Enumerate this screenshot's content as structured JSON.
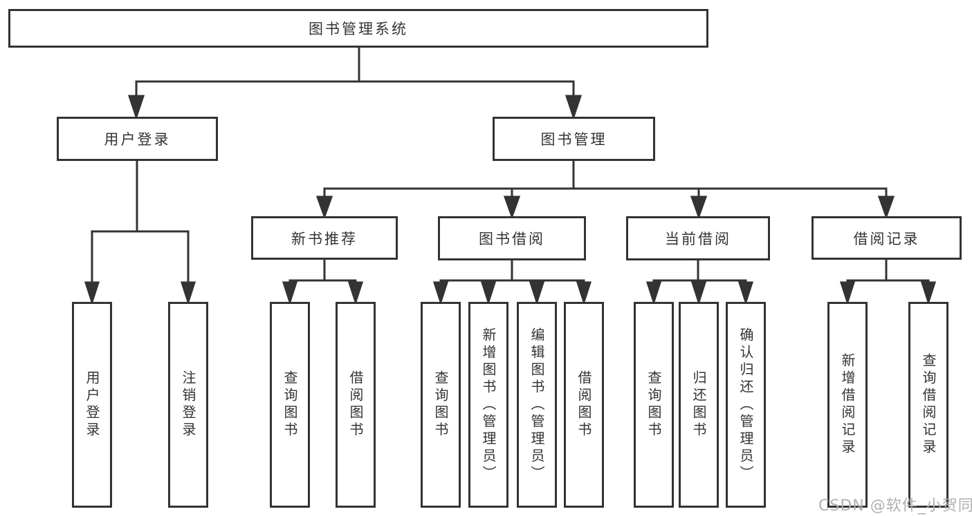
{
  "watermark": "CSDN @软件_小贺同学",
  "colors": {
    "line": "#333333",
    "text": "#333333",
    "bg": "#ffffff",
    "watermark": "#b0b0b0"
  },
  "tree": {
    "label": "图书管理系统",
    "children": [
      {
        "label": "用户登录",
        "children": [
          {
            "label": "用户登录"
          },
          {
            "label": "注销登录"
          }
        ]
      },
      {
        "label": "图书管理",
        "children": [
          {
            "label": "新书推荐",
            "children": [
              {
                "label": "查询图书"
              },
              {
                "label": "借阅图书"
              }
            ]
          },
          {
            "label": "图书借阅",
            "children": [
              {
                "label": "查询图书"
              },
              {
                "label": "新增图书（管理员）"
              },
              {
                "label": "编辑图书（管理员）"
              },
              {
                "label": "借阅图书"
              }
            ]
          },
          {
            "label": "当前借阅",
            "children": [
              {
                "label": "查询图书"
              },
              {
                "label": "归还图书"
              },
              {
                "label": "确认归还（管理员）"
              }
            ]
          },
          {
            "label": "借阅记录",
            "children": [
              {
                "label": "新增借阅记录"
              },
              {
                "label": "查询借阅记录"
              }
            ]
          }
        ]
      }
    ]
  }
}
